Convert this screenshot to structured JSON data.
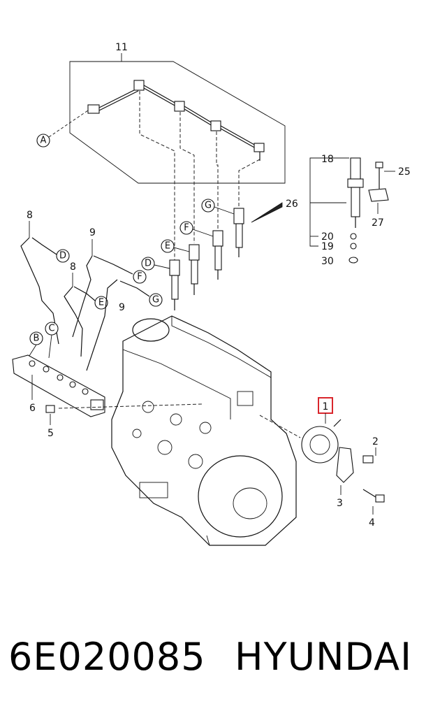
{
  "callouts": {
    "c1": "1",
    "c2": "2",
    "c3": "3",
    "c4": "4",
    "c5": "5",
    "c6": "6",
    "c8a": "8",
    "c8b": "8",
    "c9a": "9",
    "c9b": "9",
    "c11": "11",
    "c18": "18",
    "c19": "19",
    "c20": "20",
    "c25": "25",
    "c26": "26",
    "c27": "27",
    "c30": "30"
  },
  "letters": {
    "A": "A",
    "B": "B",
    "C": "C",
    "D1": "D",
    "D2": "D",
    "E1": "E",
    "E2": "E",
    "F1": "F",
    "F2": "F",
    "G1": "G",
    "G2": "G"
  },
  "highlight_color": "#d9262c",
  "footer": {
    "part_number": "6E020085",
    "brand": "HYUNDAI"
  }
}
